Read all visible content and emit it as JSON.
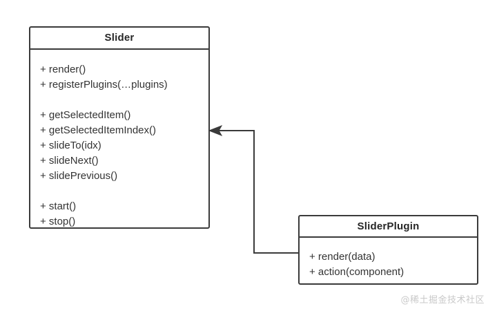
{
  "diagram": {
    "type": "uml-class-diagram",
    "background_color": "#ffffff",
    "line_color": "#3a3a3a",
    "text_color": "#333333",
    "classes": [
      {
        "id": "slider",
        "name": "Slider",
        "members": [
          "+ render()",
          "+ registerPlugins(…plugins)",
          "",
          "+ getSelectedItem()",
          "+ getSelectedItemIndex()",
          "+ slideTo(idx)",
          "+ slideNext()",
          "+ slidePrevious()",
          "",
          "+ start()",
          "+ stop()"
        ]
      },
      {
        "id": "sliderplugin",
        "name": "SliderPlugin",
        "members": [
          "+ render(data)",
          "+ action(component)"
        ]
      }
    ],
    "relationships": [
      {
        "id": "plugin-to-slider",
        "from": "SliderPlugin",
        "to": "Slider",
        "style": "solid",
        "arrowhead": "filled-triangle",
        "arrow_direction": "left"
      }
    ]
  },
  "watermark": {
    "text": "@稀土掘金技术社区",
    "color": "#c9c9c9"
  }
}
